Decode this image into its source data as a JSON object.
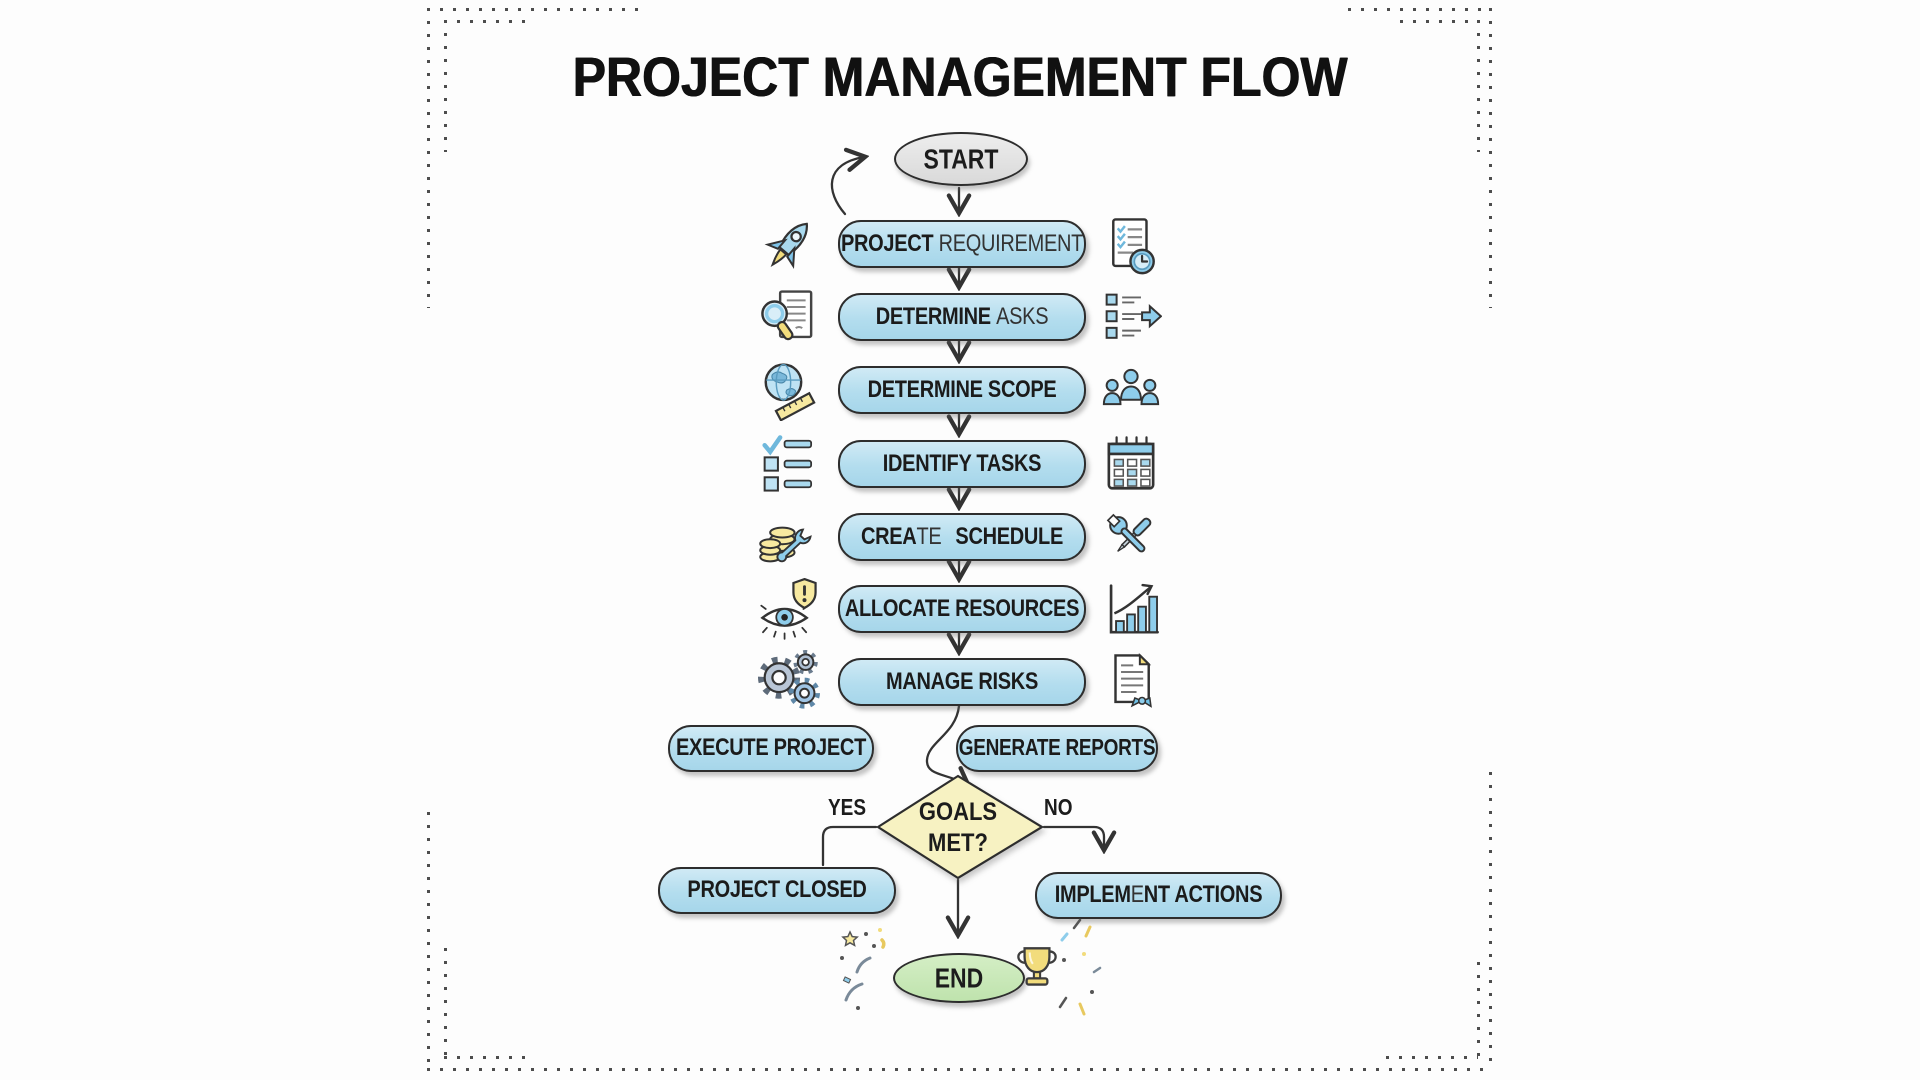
{
  "title": "PROJECT MANAGEMENT FLOW",
  "flow": {
    "start": {
      "label": "START"
    },
    "steps": [
      {
        "name": "project-requirement",
        "p1": "PROJECT ",
        "p2": "REQUIREMENT",
        "p3": "",
        "left_icon": "rocket-icon",
        "right_icon": "document-clock-icon"
      },
      {
        "name": "determine-asks",
        "p1": "DETERMINE ",
        "p2": "ASKS",
        "p3": "",
        "left_icon": "magnifier-document-icon",
        "right_icon": "tasklist-arrow-icon"
      },
      {
        "name": "determine-scope",
        "p1": "DETERMINE SCOPE",
        "p2": "",
        "p3": "",
        "left_icon": "globe-ruler-icon",
        "right_icon": "team-icon"
      },
      {
        "name": "identify-tasks",
        "p1": "IDENTIFY TASKS",
        "p2": "",
        "p3": "",
        "left_icon": "checklist-icon",
        "right_icon": "calendar-icon"
      },
      {
        "name": "create-schedule",
        "p1": "CREA",
        "p2": "TE",
        "p3": "SCHEDULE",
        "left_icon": "coins-wrench-icon",
        "right_icon": "tools-icon"
      },
      {
        "name": "allocate-resources",
        "p1": "ALLOCATE RESOURCES",
        "p2": "",
        "p3": "",
        "left_icon": "eye-shield-icon",
        "right_icon": "growth-chart-icon"
      },
      {
        "name": "manage-risks",
        "p1": "MANAGE RISKS",
        "p2": "",
        "p3": "",
        "left_icon": "gears-icon",
        "right_icon": "certificate-icon"
      }
    ],
    "parallel": {
      "left": "EXECUTE PROJECT",
      "right": "GENERATE REPORTS"
    },
    "decision": {
      "line1": "GOALS",
      "line2": "MET?",
      "yes_label": "YES",
      "no_label": "NO"
    },
    "yes_outcome": {
      "label": "PROJECT CLOSED"
    },
    "no_outcome": {
      "p1": "IMPLEM",
      "p2": "E",
      "p3": "NT ACTIONS"
    },
    "end": {
      "label": "END"
    },
    "decor_icons": [
      "trophy-icon",
      "confetti-doodles-left",
      "confetti-doodles-right"
    ]
  },
  "colors": {
    "process_fill": "#b3ddee",
    "start_fill": "#e0e0e0",
    "decision_fill": "#f7f2c2",
    "end_fill": "#c7e7b5",
    "outline": "#2d2d2d",
    "accent_blue": "#8ecdeb",
    "accent_yellow": "#f2dc7c",
    "dots": "#4d4d4d"
  }
}
